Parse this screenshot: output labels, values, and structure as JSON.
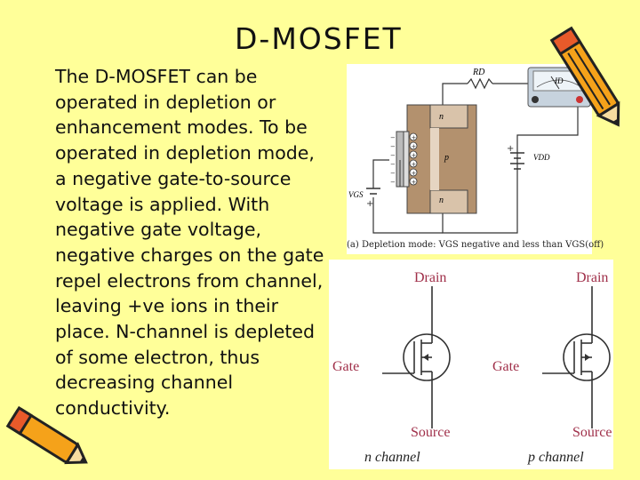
{
  "slide": {
    "title": "D-MOSFET",
    "body": "The D-MOSFET can be operated in depletion or enhancement modes. To be operated in depletion mode, a negative gate-to-source voltage is applied. With negative gate voltage, negative charges on the gate repel electrons from channel, leaving +ve ions in their place. N-channel is depleted of some electron, thus decreasing channel conductivity."
  },
  "figure_a": {
    "rd_label": "RD",
    "id_label": "ID",
    "vdd_label": "VDD",
    "vgs_label": "VGS",
    "n_top": "n",
    "p_region": "p",
    "n_bottom": "n",
    "caption": "(a) Depletion mode: VGS negative and less than VGS(off)"
  },
  "figure_b": {
    "n_channel": {
      "drain": "Drain",
      "gate": "Gate",
      "source": "Source",
      "label": "n channel"
    },
    "p_channel": {
      "drain": "Drain",
      "gate": "Gate",
      "source": "Source",
      "label": "p channel"
    }
  }
}
